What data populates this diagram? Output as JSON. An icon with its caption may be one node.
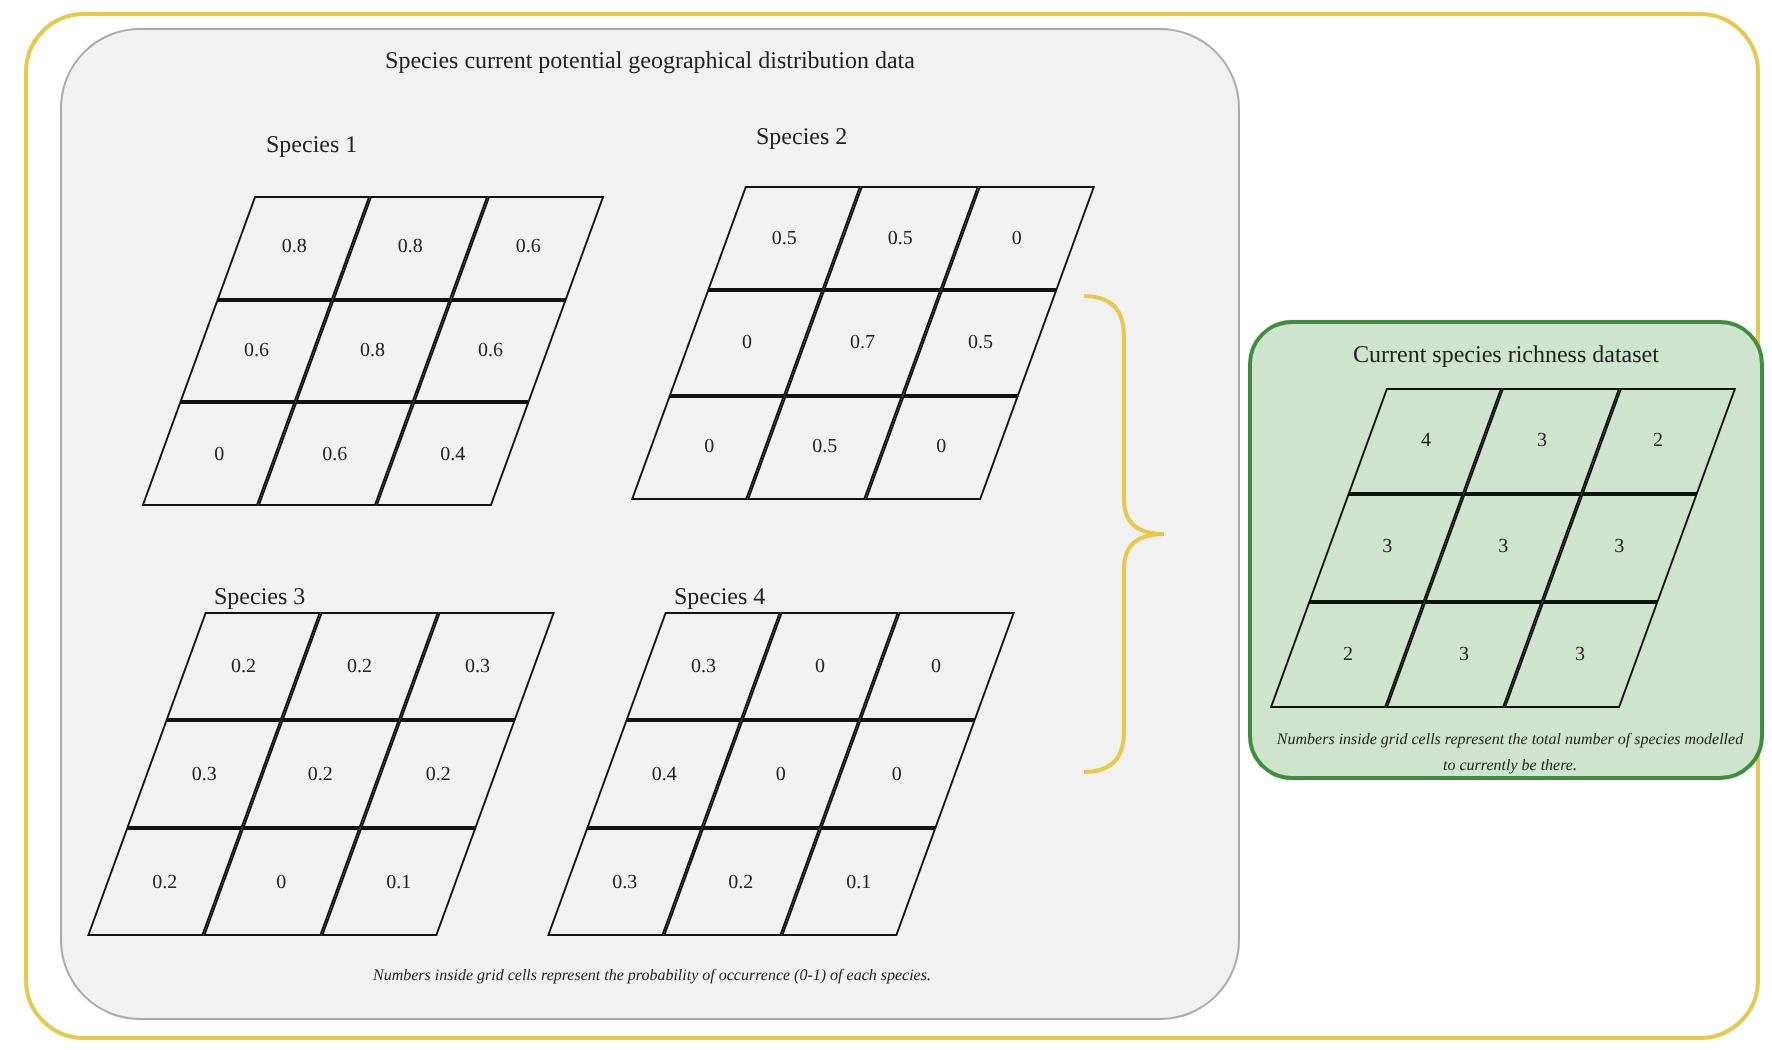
{
  "diagram": {
    "nodes": [
      {
        "text": [],
        "shape": "box"
      },
      {
        "text": [
          "Species current potential geographical distribution data",
          "Numbers inside grid cells represent the probability of occurrence (0-1) of each species."
        ],
        "in": 0
      },
      {
        "text": [
          "Species 1"
        ],
        "in": 1
      },
      {
        "text": [
          "0.8"
        ],
        "in": 2
      },
      {
        "text": [
          "0.8"
        ],
        "in": 2
      },
      {
        "text": [
          "0.6"
        ],
        "in": 2
      },
      {
        "text": [
          "0.6"
        ],
        "in": 2
      },
      {
        "text": [
          "0.8"
        ],
        "in": 2
      },
      {
        "text": [
          "0.6"
        ],
        "in": 2
      },
      {
        "text": [
          "0"
        ],
        "in": 2
      },
      {
        "text": [
          "0.6"
        ],
        "in": 2
      },
      {
        "text": [
          "0.4"
        ],
        "in": 2
      },
      {
        "text": [
          "Species 2"
        ],
        "in": 1
      },
      {
        "text": [
          "0.5"
        ],
        "in": 12
      },
      {
        "text": [
          "0.5"
        ],
        "in": 12
      },
      {
        "text": [
          "0"
        ],
        "in": 12
      },
      {
        "text": [
          "0"
        ],
        "in": 12
      },
      {
        "text": [
          "0.7"
        ],
        "in": 12
      },
      {
        "text": [
          "0.5"
        ],
        "in": 12
      },
      {
        "text": [
          "0"
        ],
        "in": 12
      },
      {
        "text": [
          "0.5"
        ],
        "in": 12
      },
      {
        "text": [
          "0"
        ],
        "in": 12
      },
      {
        "text": [
          "Species 3"
        ],
        "in": 1
      },
      {
        "text": [
          "0.2"
        ],
        "in": 22
      },
      {
        "text": [
          "0.2"
        ],
        "in": 22
      },
      {
        "text": [
          "0.3"
        ],
        "in": 22
      },
      {
        "text": [
          "0.3"
        ],
        "in": 22
      },
      {
        "text": [
          "0.2"
        ],
        "in": 22
      },
      {
        "text": [
          "0.2"
        ],
        "in": 22
      },
      {
        "text": [
          "0.2"
        ],
        "in": 22
      },
      {
        "text": [
          "0"
        ],
        "in": 22
      },
      {
        "text": [
          "0.1"
        ],
        "in": 22
      },
      {
        "text": [
          "Species 4"
        ],
        "in": 1
      },
      {
        "text": [
          "0.3"
        ],
        "in": 32
      },
      {
        "text": [
          "0"
        ],
        "in": 32
      },
      {
        "text": [
          "0"
        ],
        "in": 32
      },
      {
        "text": [
          "0.4"
        ],
        "in": 32
      },
      {
        "text": [
          "0"
        ],
        "in": 32
      },
      {
        "text": [
          "0"
        ],
        "in": 32
      },
      {
        "text": [
          "0.3"
        ],
        "in": 32
      },
      {
        "text": [
          "0.2"
        ],
        "in": 32
      },
      {
        "text": [
          "0.1"
        ],
        "in": 32
      },
      {
        "text": [
          "Current species richness dataset",
          "Numbers inside grid cells represent the total number of species modelled to currently be there."
        ],
        "in": 0
      },
      {
        "text": [
          "4"
        ],
        "in": 42
      },
      {
        "text": [
          "3"
        ],
        "in": 42
      },
      {
        "text": [
          "2"
        ],
        "in": 42
      },
      {
        "text": [
          "3"
        ],
        "in": 42
      },
      {
        "text": [
          "3"
        ],
        "in": 42
      },
      {
        "text": [
          "3"
        ],
        "in": 42
      },
      {
        "text": [
          "2"
        ],
        "in": 42
      },
      {
        "text": [
          "3"
        ],
        "in": 42
      },
      {
        "text": [
          "3"
        ],
        "in": 42
      }
    ]
  }
}
